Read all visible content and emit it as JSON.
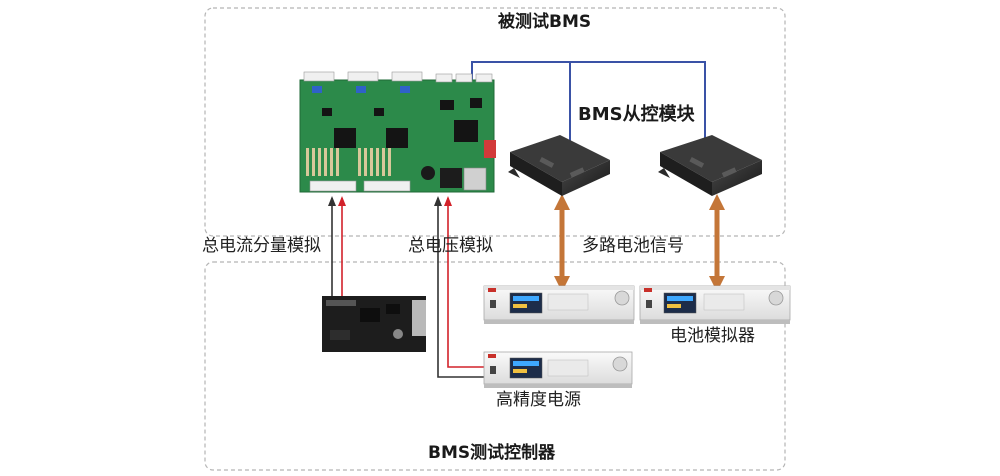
{
  "regions": {
    "bms_under_test": "被测试BMS",
    "bms_test_controller": "BMS测试控制器"
  },
  "labels": {
    "slave_module": "BMS从控模块",
    "total_current_sim": "总电流分量模拟",
    "total_voltage_sim": "总电压模拟",
    "multi_cell_signal": "多路电池信号",
    "battery_simulator": "电池模拟器",
    "precision_power": "高精度电源"
  },
  "colors": {
    "border_dash": "#b5b5b5",
    "can_bus": "#3a52a6",
    "wire_red": "#d2222a",
    "wire_dark": "#333333",
    "arrow": "#c47638",
    "pcb": "#2c8a4a"
  }
}
